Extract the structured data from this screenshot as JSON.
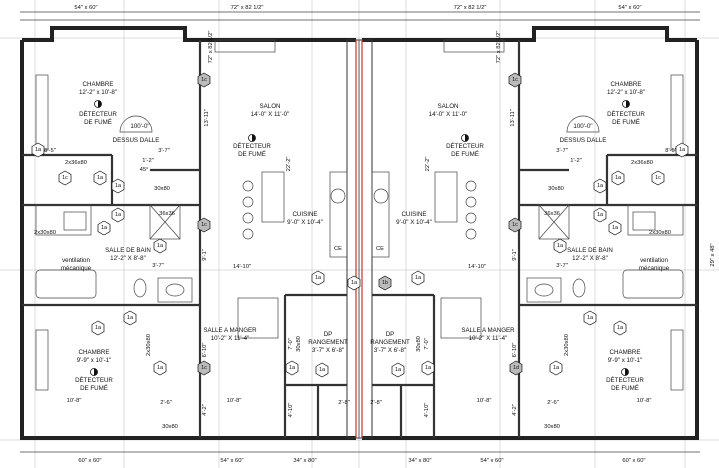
{
  "top_dims": {
    "left_window": "54\" x 60\"",
    "left_door": "72\" x 82 1/2\"",
    "right_door": "72\" x 82 1/2\"",
    "right_window": "54\" x 60\""
  },
  "bottom_dims": {
    "w1": "60\" x 60\"",
    "w2": "54\" x 60\"",
    "w3": "34\" x 80\"",
    "w4": "34\" x 80\"",
    "w5": "54\" x 60\"",
    "w6": "60\" x 60\""
  },
  "side_dim": "29\" x 48\"",
  "vertical_door_label": "72\" x 82 1/2\"",
  "rooms": {
    "chambre_top_left": {
      "name": "CHAMBRE",
      "size": "12'-2\" x 10'-8\""
    },
    "chambre_top_right": {
      "name": "CHAMBRE",
      "size": "12'-2\" x 10'-8\""
    },
    "chambre_bot_left": {
      "name": "CHAMBRE",
      "size": "9'-9\" x 10'-1\""
    },
    "chambre_bot_right": {
      "name": "CHAMBRE",
      "size": "9'-9\" x 10'-1\""
    },
    "salon_left": {
      "name": "SALON",
      "size": "14'-0\" X 11'-0\""
    },
    "salon_right": {
      "name": "SALON",
      "size": "14'-0\" X 11'-0\""
    },
    "cuisine_left": {
      "name": "CUISINE",
      "size": "9'-0\" X 10'-4\""
    },
    "cuisine_right": {
      "name": "CUISINE",
      "size": "9'-0\" X 10'-4\""
    },
    "sdb_left": {
      "name": "SALLE DE BAIN",
      "size": "12'-2\" X 8'-8\""
    },
    "sdb_right": {
      "name": "SALLE DE BAIN",
      "size": "12'-2\" X 8'-8\""
    },
    "sam_left": {
      "name": "SALLE A MANGER",
      "size": "10'-2\" X 11'-4\""
    },
    "sam_right": {
      "name": "SALLE A MANGER",
      "size": "10'-2\" X 11'-4\""
    },
    "rang_left": {
      "name": "RANGEMENT",
      "size": "3'-7\" X 6'-8\""
    },
    "rang_right": {
      "name": "RANGEMENT",
      "size": "3'-7\" X 6'-8\""
    }
  },
  "labels": {
    "detecteur_line1": "DÉTECTEUR",
    "detecteur_line2": "DE FUMÉ",
    "dessus_dalle": "DESSUS DALLE",
    "ventilation_line1": "ventilation",
    "ventilation_line2": "mécanique",
    "dp": "DP",
    "ce": "CE",
    "slab_note": "100'-0\"",
    "shower": "36x36",
    "closet_30x80": "30x80",
    "door_2x36x80": "2x36x80",
    "door_2x30x80": "2x30x80",
    "door_2x30x80_vertical": "2x30x80",
    "door_30x80_vertical": "30x80"
  },
  "dims": {
    "d_8_5": "8'-5\"",
    "d_3_7": "3'-7\"",
    "d_1_2": "1'-2\"",
    "d_45": "45°",
    "d_13_11": "13'-11\"",
    "d_22_2": "22'-2\"",
    "d_14_10": "14'-10\"",
    "d_9_1": "9'-1\"",
    "d_6_10": "6'-10\"",
    "d_7_0": "7'-0\"",
    "d_10_8": "10'-8\"",
    "d_2_6": "2'-6\"",
    "d_2_8": "2'-8\"",
    "d_4_2": "4'-2\"",
    "d_4_10": "4'-10\""
  },
  "tags": {
    "t1a": "1a",
    "t1b": "1b",
    "t1c": "1c",
    "t1d": "1d"
  }
}
